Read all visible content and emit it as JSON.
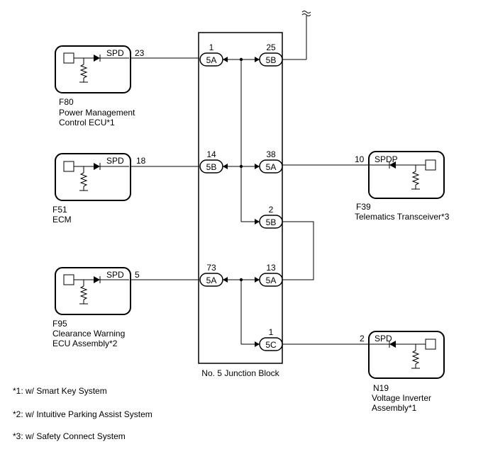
{
  "components": {
    "f80": {
      "code": "F80",
      "name_line1": "Power Management",
      "name_line2": "Control ECU*1",
      "signal": "SPD",
      "pin": "23"
    },
    "f51": {
      "code": "F51",
      "name_line1": "ECM",
      "signal": "SPD",
      "pin": "18"
    },
    "f95": {
      "code": "F95",
      "name_line1": "Clearance Warning",
      "name_line2": "ECU Assembly*2",
      "signal": "SPD",
      "pin": "5"
    },
    "f39": {
      "code": "F39",
      "name_line1": "Telematics Transceiver*3",
      "signal": "SPDP",
      "pin": "10"
    },
    "n19": {
      "code": "N19",
      "name_line1": "Voltage Inverter",
      "name_line2": "Assembly*1",
      "signal": "SPD",
      "pin": "2"
    }
  },
  "junction_block": {
    "label": "No. 5 Junction Block",
    "connectors": {
      "c1": {
        "pin": "1",
        "conn": "5A"
      },
      "c25": {
        "pin": "25",
        "conn": "5B"
      },
      "c14": {
        "pin": "14",
        "conn": "5B"
      },
      "c38": {
        "pin": "38",
        "conn": "5A"
      },
      "c2": {
        "pin": "2",
        "conn": "5B"
      },
      "c73": {
        "pin": "73",
        "conn": "5A"
      },
      "c13": {
        "pin": "13",
        "conn": "5A"
      },
      "c1c": {
        "pin": "1",
        "conn": "5C"
      }
    }
  },
  "notes": [
    "*1: w/ Smart Key System",
    "*2: w/ Intuitive Parking Assist System",
    "*3: w/ Safety Connect System"
  ]
}
